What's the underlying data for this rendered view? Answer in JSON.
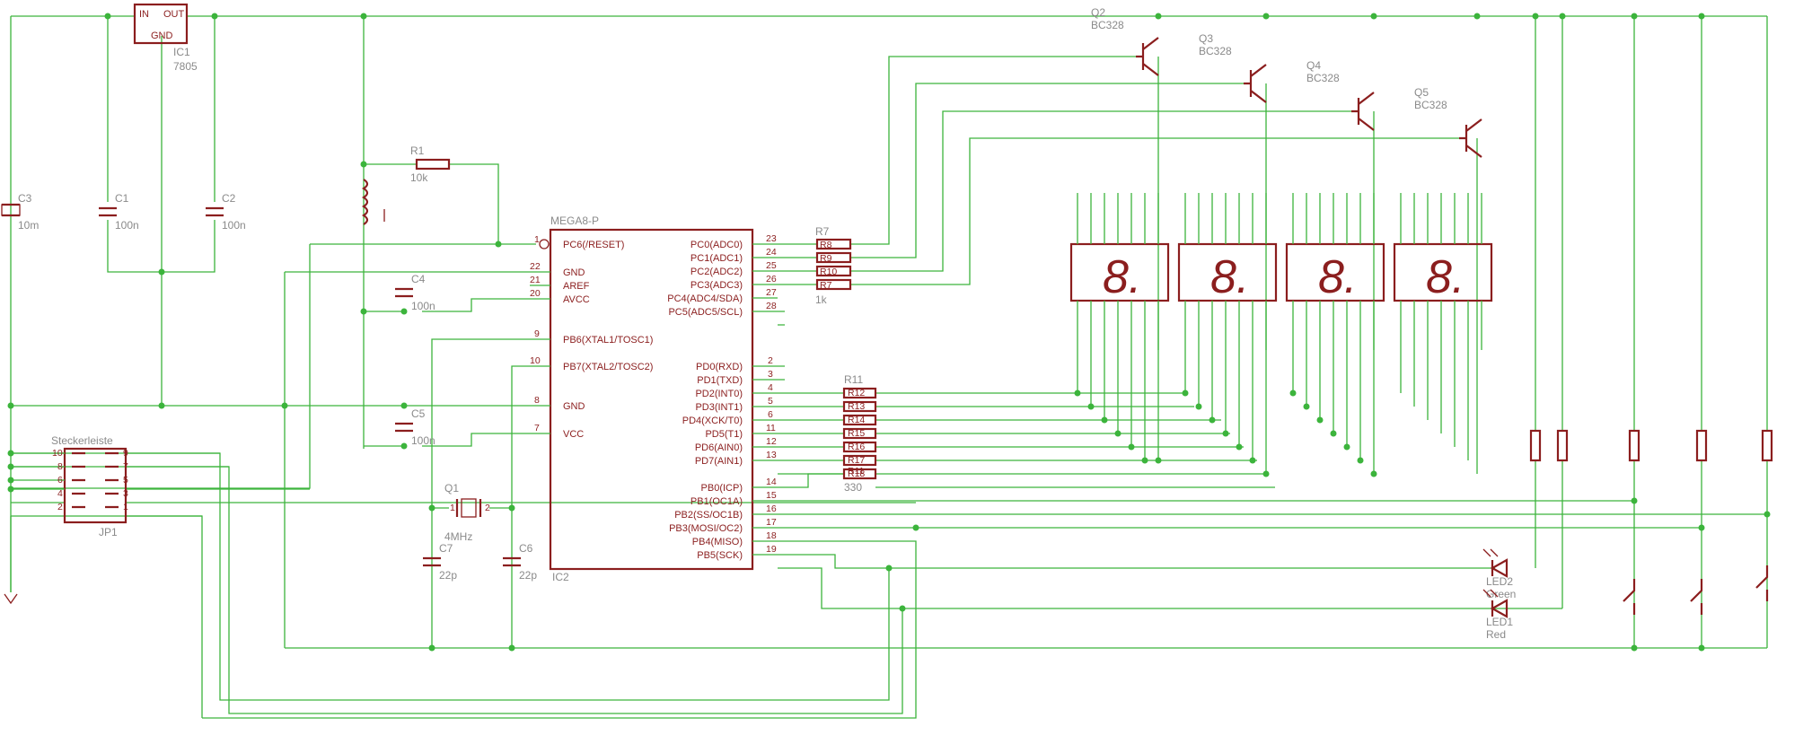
{
  "colors": {
    "wire": "#3cb43c",
    "symbol": "#8b1e1e",
    "label": "#8a8a8a",
    "background": "#ffffff"
  },
  "regulator": {
    "name": "IC1",
    "value": "7805",
    "pin_in": "IN",
    "pin_out": "OUT",
    "pin_gnd": "GND"
  },
  "capacitors": {
    "c3": {
      "name": "C3",
      "value": "10m"
    },
    "c1": {
      "name": "C1",
      "value": "100n"
    },
    "c2": {
      "name": "C2",
      "value": "100n"
    },
    "c4": {
      "name": "C4",
      "value": "100n"
    },
    "c5": {
      "name": "C5",
      "value": "100n"
    },
    "c7": {
      "name": "C7",
      "value": "22p"
    },
    "c6": {
      "name": "C6",
      "value": "22p"
    }
  },
  "r1": {
    "name": "R1",
    "value": "10k"
  },
  "crystal": {
    "name": "Q1",
    "value": "4MHz",
    "pin1": "1",
    "pin2": "2"
  },
  "mcu": {
    "name": "IC2",
    "value": "MEGA8-P",
    "left_pins": [
      {
        "num": "1",
        "label": "PC6(/RESET)"
      },
      {
        "num": "22",
        "label": "GND"
      },
      {
        "num": "21",
        "label": "AREF"
      },
      {
        "num": "20",
        "label": "AVCC"
      },
      {
        "num": "9",
        "label": "PB6(XTAL1/TOSC1)"
      },
      {
        "num": "10",
        "label": "PB7(XTAL2/TOSC2)"
      },
      {
        "num": "8",
        "label": "GND"
      },
      {
        "num": "7",
        "label": "VCC"
      }
    ],
    "right_pins": [
      {
        "num": "23",
        "label": "PC0(ADC0)"
      },
      {
        "num": "24",
        "label": "PC1(ADC1)"
      },
      {
        "num": "25",
        "label": "PC2(ADC2)"
      },
      {
        "num": "26",
        "label": "PC3(ADC3)"
      },
      {
        "num": "27",
        "label": "PC4(ADC4/SDA)"
      },
      {
        "num": "28",
        "label": "PC5(ADC5/SCL)"
      },
      {
        "num": "2",
        "label": "PD0(RXD)"
      },
      {
        "num": "3",
        "label": "PD1(TXD)"
      },
      {
        "num": "4",
        "label": "PD2(INT0)"
      },
      {
        "num": "5",
        "label": "PD3(INT1)"
      },
      {
        "num": "6",
        "label": "PD4(XCK/T0)"
      },
      {
        "num": "11",
        "label": "PD5(T1)"
      },
      {
        "num": "12",
        "label": "PD6(AIN0)"
      },
      {
        "num": "13",
        "label": "PD7(AIN1)"
      },
      {
        "num": "14",
        "label": "PB0(ICP)"
      },
      {
        "num": "15",
        "label": "PB1(OC1A)"
      },
      {
        "num": "16",
        "label": "PB2(SS/OC1B)"
      },
      {
        "num": "17",
        "label": "PB3(MOSI/OC2)"
      },
      {
        "num": "18",
        "label": "PB4(MISO)"
      },
      {
        "num": "19",
        "label": "PB5(SCK)"
      }
    ]
  },
  "connector": {
    "title": "Steckerleiste",
    "name": "JP1",
    "left_pins": [
      "10",
      "8",
      "6",
      "4",
      "2"
    ],
    "right_pins": [
      "9",
      "7",
      "5",
      "3",
      "1"
    ]
  },
  "r7": {
    "name": "R7",
    "value": "1k",
    "row_labels": [
      "R8",
      "R9",
      "R10",
      "R7"
    ]
  },
  "r11": {
    "name": "R11",
    "value": "330",
    "row_labels": [
      "R12",
      "R13",
      "R14",
      "R15",
      "R16",
      "R17",
      "R18",
      "R11"
    ]
  },
  "transistors": [
    {
      "name": "Q2",
      "value": "BC328"
    },
    {
      "name": "Q3",
      "value": "BC328"
    },
    {
      "name": "Q4",
      "value": "BC328"
    },
    {
      "name": "Q5",
      "value": "BC328"
    }
  ],
  "displays": [
    {
      "digit": "8."
    },
    {
      "digit": "8."
    },
    {
      "digit": "8."
    },
    {
      "digit": "8."
    }
  ],
  "leds": [
    {
      "name": "LED2",
      "value": "Green"
    },
    {
      "name": "LED1",
      "value": "Red"
    }
  ]
}
